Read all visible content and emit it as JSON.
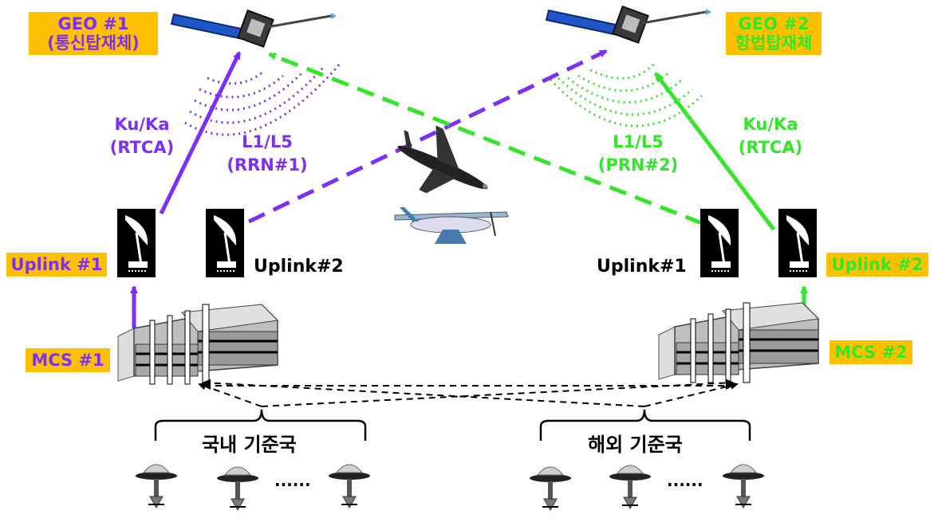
{
  "colors": {
    "purple": "#7b2ff7",
    "green": "#33e62a",
    "tag_bg": "#ffc000",
    "black": "#000000"
  },
  "geo1": {
    "line1": "GEO #1",
    "line2": "(통신탑재체)"
  },
  "geo2": {
    "line1": "GEO #2",
    "line2": "항법탑재체"
  },
  "links": {
    "ku_left": {
      "line1": "Ku/Ka",
      "line2": "(RTCA)"
    },
    "ku_right": {
      "line1": "Ku/Ka",
      "line2": "(RTCA)"
    },
    "l1_left": {
      "line1": "L1/L5",
      "line2": "(RRN#1)"
    },
    "l1_right": {
      "line1": "L1/L5",
      "line2": "(PRN#2)"
    }
  },
  "stations": {
    "uplink1_left": "Uplink #1",
    "uplink2_left": "Uplink#2",
    "uplink1_right": "Uplink#1",
    "uplink2_right": "Uplink #2",
    "mcs1": "MCS #1",
    "mcs2": "MCS #2"
  },
  "ref_groups": {
    "domestic": "국내 기준국",
    "overseas": "해외 기준국",
    "ellipsis": "......"
  },
  "icons": [
    "satellite-icon",
    "antenna-icon",
    "building-icon",
    "airplane-icon",
    "cessna-icon",
    "reference-station-icon"
  ]
}
